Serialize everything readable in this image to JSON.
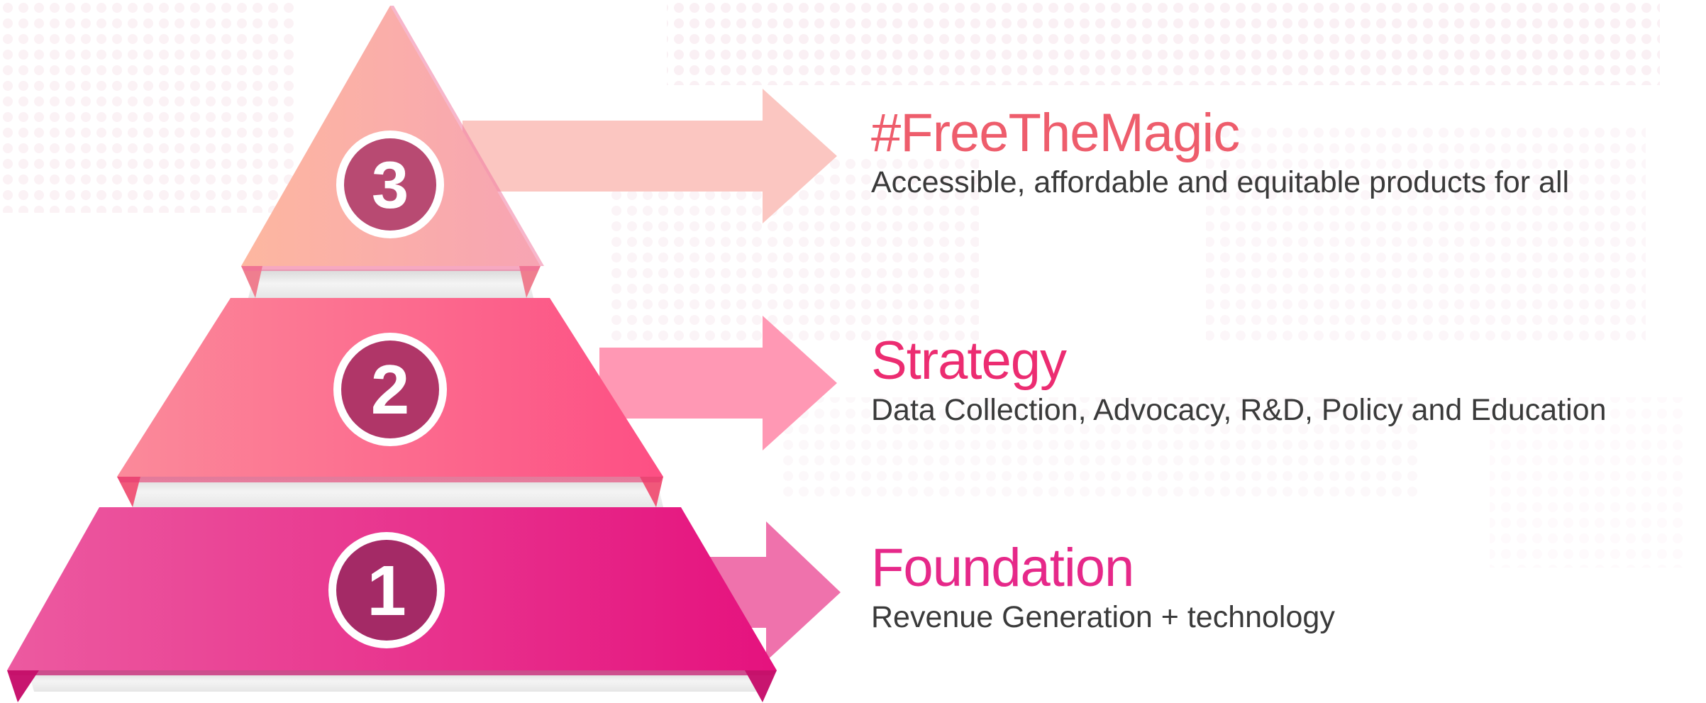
{
  "levels": [
    {
      "number": "3",
      "title": "#FreeTheMagic",
      "description": "Accessible, affordable and equitable products for all"
    },
    {
      "number": "2",
      "title": "Strategy",
      "description": "Data Collection, Advocacy, R&D, Policy and Education"
    },
    {
      "number": "1",
      "title": "Foundation",
      "description": "Revenue Generation + technology"
    }
  ],
  "colors": {
    "level3_title": "#ee5d6c",
    "level2_title": "#ec2c71",
    "level1_title": "#e62889",
    "description_text": "#3a3a3a",
    "badge_3": "#b84a72",
    "badge_2": "#b03668",
    "badge_1": "#a42a66",
    "background_dots": "#f4dde6"
  }
}
